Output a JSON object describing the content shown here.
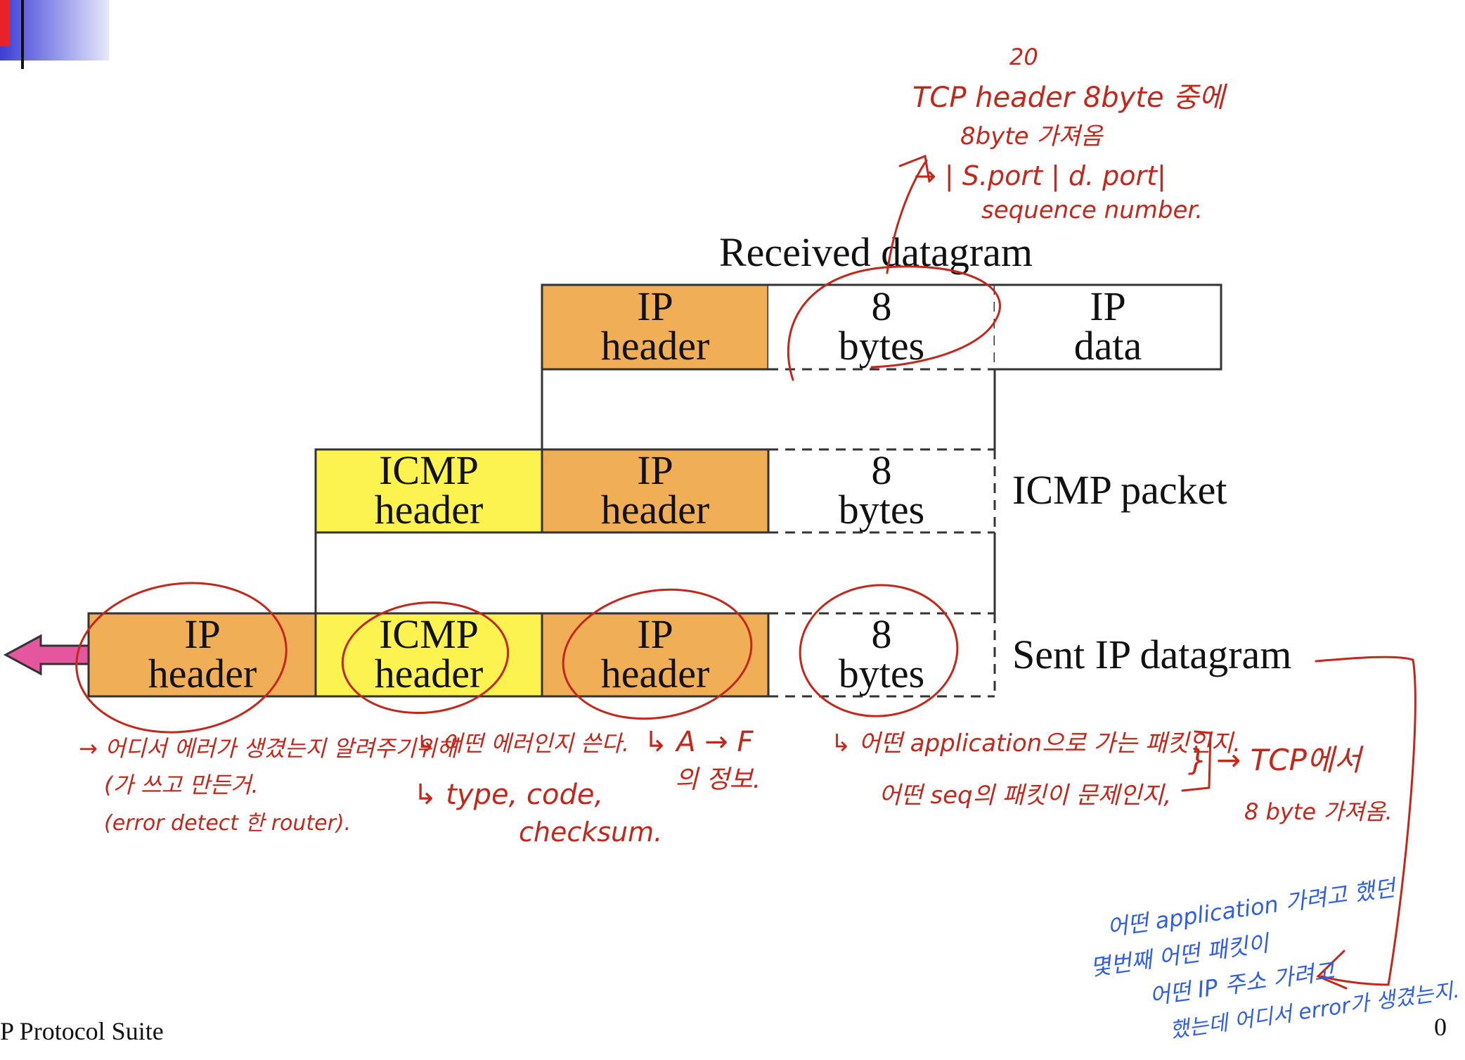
{
  "colors": {
    "ip_header_fill": "#f0ae56",
    "icmp_header_fill": "#fcf250",
    "ink_red": "#c2271c",
    "ink_blue": "#2f5fe0",
    "arrow_fill": "#e4579f"
  },
  "diagram": {
    "received_label": "Received datagram",
    "icmp_packet_label": "ICMP packet",
    "sent_label": "Sent IP datagram",
    "received_row": {
      "ip_header": [
        "IP",
        "header"
      ],
      "eight_bytes": [
        "8",
        "bytes"
      ],
      "ip_data": [
        "IP",
        "data"
      ]
    },
    "icmp_row": {
      "icmp_header": [
        "ICMP",
        "header"
      ],
      "ip_header": [
        "IP",
        "header"
      ],
      "eight_bytes": [
        "8",
        "bytes"
      ]
    },
    "sent_row": {
      "ip_header_outer": [
        "IP",
        "header"
      ],
      "icmp_header": [
        "ICMP",
        "header"
      ],
      "ip_header": [
        "IP",
        "header"
      ],
      "eight_bytes": [
        "8",
        "bytes"
      ]
    }
  },
  "footer": {
    "suite": "P Protocol Suite",
    "page_number": "0"
  },
  "annotations": {
    "tcp_note": {
      "line1": "20",
      "line2": "TCP header 8byte 중에",
      "line3": "8byte 가져옴",
      "line4": "→ | S.port | d. port|",
      "line5": "sequence number."
    },
    "outer_ip_note": {
      "line1": "→ 어디서 에러가 생겼는지 알려주기위해",
      "line2": "(가 쓰고 만든거.",
      "line3": "(error detect 한 router)."
    },
    "icmp_note": {
      "line1": "↳ 어떤 에러인지 쓴다.",
      "line2": "↳ type, code,",
      "line3": "checksum."
    },
    "inner_ip_note": {
      "line1": "↳ A → F",
      "line2": "의 정보."
    },
    "bytes_note": {
      "line1": "↳ 어떤 application으로 가는 패킷인지.",
      "line2": "어떤 seq의 패킷이 문제인지,",
      "line3": "} → TCP에서",
      "line4": "8 byte 가져옴."
    },
    "blue_note": {
      "line1": "어떤 application 가려고 했던",
      "line2": "몇번째 어떤 패킷이",
      "line3": "어떤 IP 주소 가려고",
      "line4": "했는데 어디서 error가 생겼는지."
    }
  }
}
